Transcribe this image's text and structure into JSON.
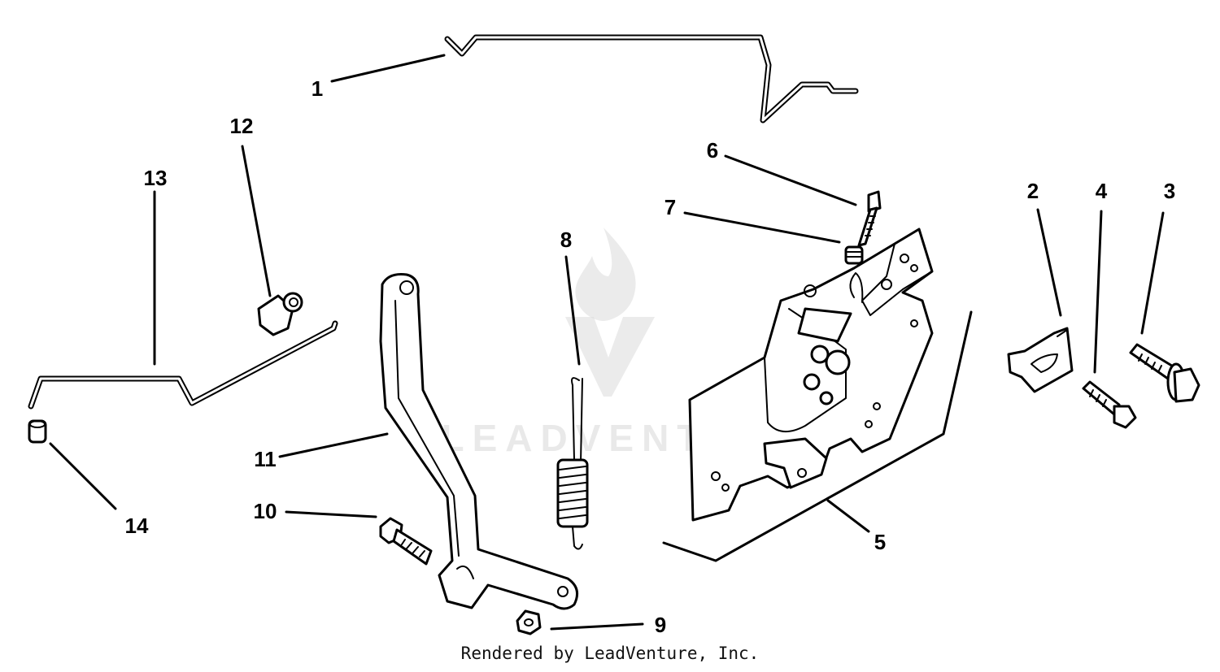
{
  "watermark": {
    "text": "LEADVENTURE"
  },
  "callouts": {
    "p1": "1",
    "p2": "2",
    "p3": "3",
    "p4": "4",
    "p5": "5",
    "p6": "6",
    "p7": "7",
    "p8": "8",
    "p9": "9",
    "p10": "10",
    "p11": "11",
    "p12": "12",
    "p13": "13",
    "p14": "14"
  },
  "footer": {
    "credit": "Rendered by LeadVenture, Inc."
  }
}
